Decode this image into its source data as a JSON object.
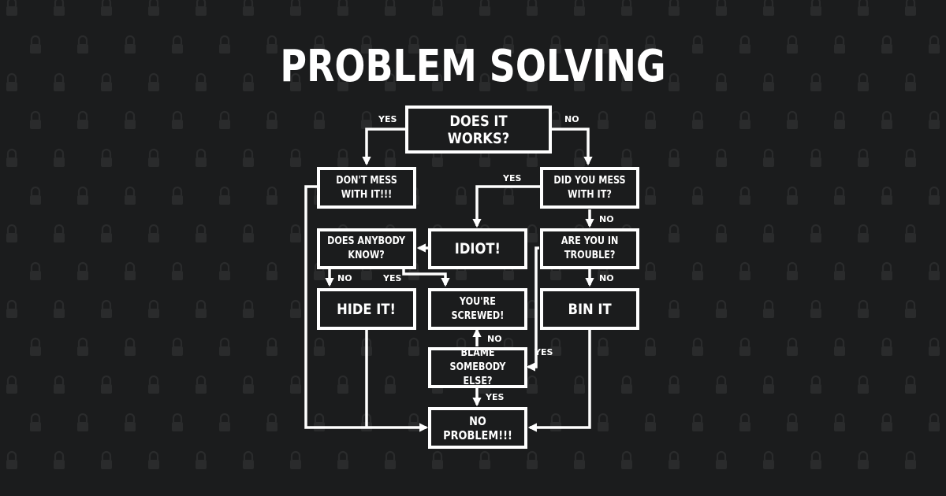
{
  "title": "PROBLEM SOLVING",
  "nodes": {
    "does_it_work": "DOES IT WORKS?",
    "dont_mess": "DON'T MESS\nWITH IT!!!",
    "did_you_mess": "DID YOU MESS\nWITH IT?",
    "idiot": "IDIOT!",
    "does_anybody_know": "DOES ANYBODY\nKNOW?",
    "are_you_in_trouble": "ARE YOU IN\nTROUBLE?",
    "hide_it": "HIDE IT!",
    "youre_screwed": "YOU'RE\nSCREWED!",
    "bin_it": "BIN IT",
    "blame_somebody": "BLAME\nSOMEBODY ELSE?",
    "no_problem": "NO PROBLEM!!!"
  },
  "edge_labels": {
    "works_yes": "YES",
    "works_no": "NO",
    "mess_yes": "YES",
    "mess_no": "NO",
    "know_no": "NO",
    "know_yes": "YES",
    "trouble_no": "NO",
    "trouble_yes": "YES",
    "blame_no": "NO",
    "blame_yes": "YES"
  },
  "colors": {
    "background": "#1b1c1d",
    "foreground": "#ffffff",
    "watermark": "#2a2b2c"
  },
  "watermark_icon": "padlock-icon"
}
